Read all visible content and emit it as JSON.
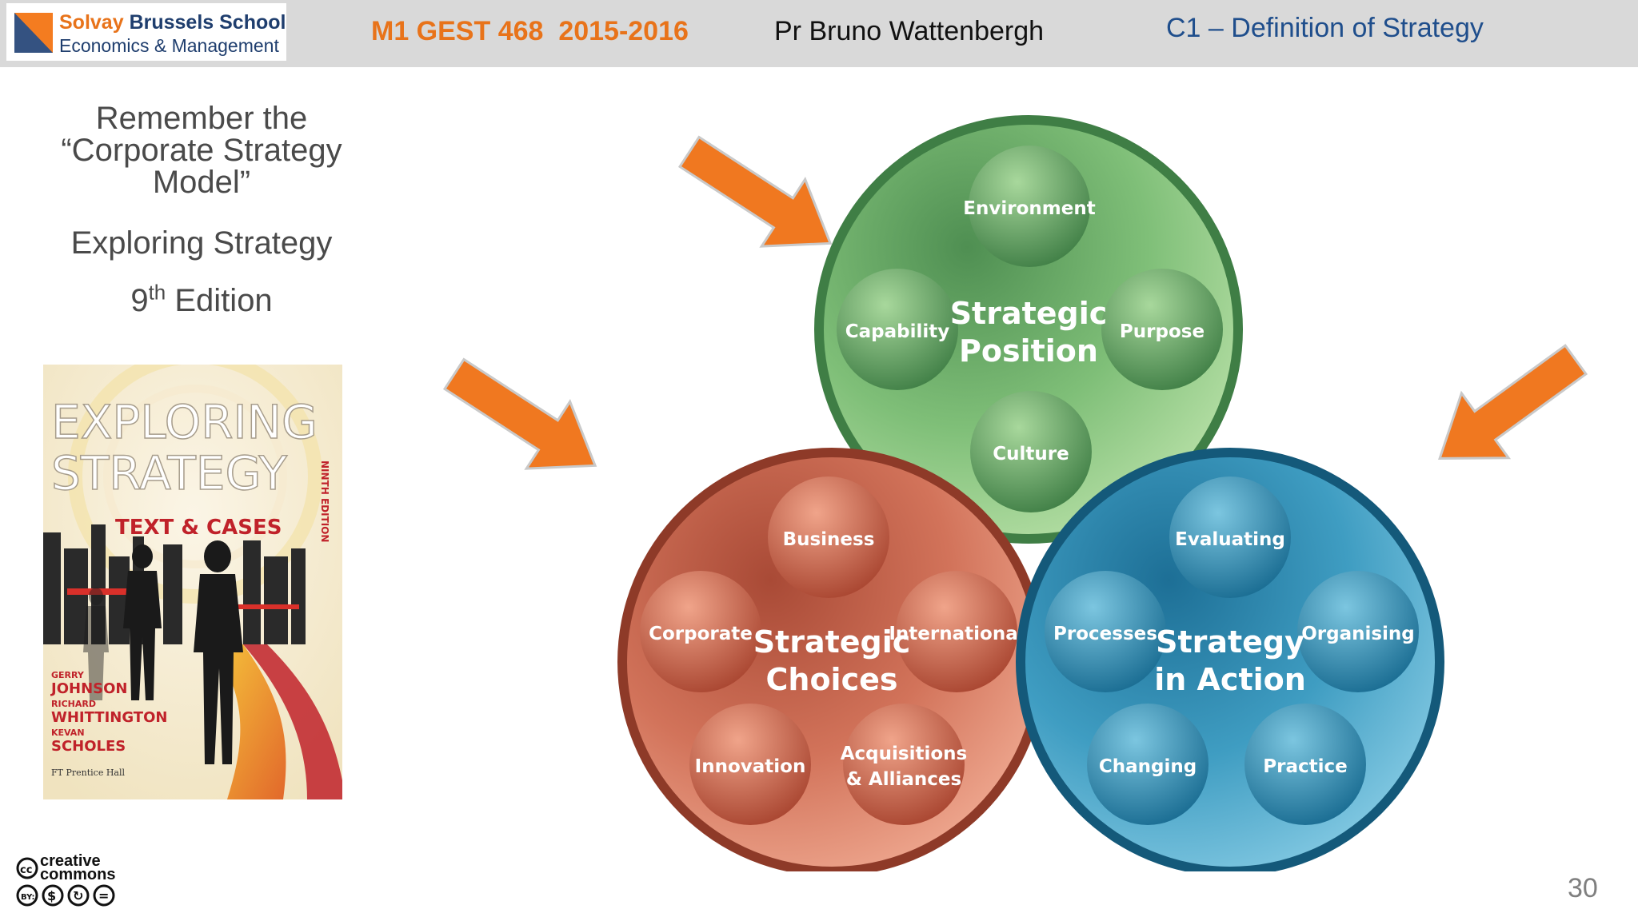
{
  "header": {
    "logo_line1_a": "Solvay",
    "logo_line1_b": "Brussels School",
    "logo_line2": "Economics & Management",
    "course": "M1 GEST 468  2015-2016",
    "professor": "Pr Bruno Wattenbergh",
    "chapter": "C1 – Definition of Strategy"
  },
  "sidebar": {
    "line1": "Remember the",
    "line2": "“Corporate Strategy",
    "line3": "Model”",
    "book_title": "Exploring Strategy",
    "edition_number": "9",
    "edition_suffix": "th",
    "edition_word": "Edition"
  },
  "book_cover": {
    "title1": "EXPLORING",
    "title2": "STRATEGY",
    "subtitle": "TEXT & CASES",
    "edition": "NINTH EDITION",
    "authors": [
      {
        "first": "GERRY",
        "last": "JOHNSON"
      },
      {
        "first": "RICHARD",
        "last": "WHITTINGTON"
      },
      {
        "first": "KEVAN",
        "last": "SCHOLES"
      }
    ],
    "publisher": "FT Prentice Hall"
  },
  "diagram": {
    "position": {
      "title1": "Strategic",
      "title2": "Position",
      "items": [
        "Environment",
        "Capability",
        "Purpose",
        "Culture"
      ],
      "color": "#6aa86a"
    },
    "choices": {
      "title1": "Strategic",
      "title2": "Choices",
      "items": [
        "Business",
        "Corporate",
        "International",
        "Innovation",
        "Acquisitions",
        "& Alliances"
      ],
      "color": "#c8604a"
    },
    "action": {
      "title1": "Strategy",
      "title2": "in Action",
      "items": [
        "Evaluating",
        "Processes",
        "Organising",
        "Changing",
        "Practice"
      ],
      "color": "#2f8bb0"
    },
    "arrow_color": "#f07820"
  },
  "license": {
    "line1": "creative",
    "line2": "commons"
  },
  "page_number": "30"
}
